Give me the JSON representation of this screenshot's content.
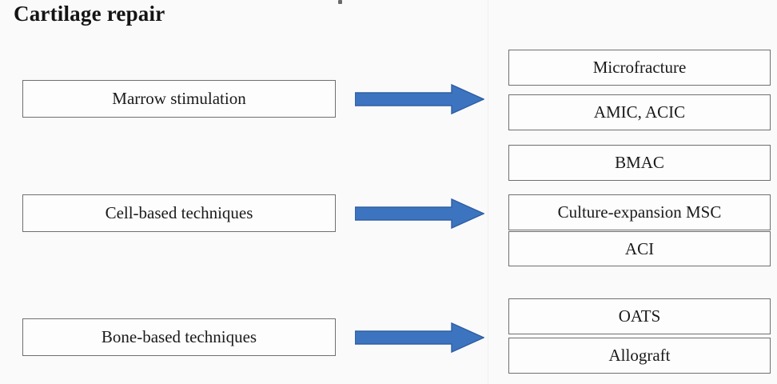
{
  "page": {
    "title": "Cartilage repair",
    "background_color": "#fafafa",
    "border_color": "#6f6f6f",
    "text_color": "#1a1a1a",
    "arrow_color": "#3d74c0",
    "arrow_edge_color": "#2f5ea3"
  },
  "diagram": {
    "type": "flowchart",
    "groups": [
      {
        "category": "Marrow stimulation",
        "arrow": "right-block-arrow",
        "techniques": [
          "Microfracture",
          "AMIC, ACIC",
          "BMAC"
        ]
      },
      {
        "category": "Cell-based techniques",
        "arrow": "right-block-arrow",
        "techniques": [
          "Culture-expansion MSC",
          "ACI"
        ]
      },
      {
        "category": "Bone-based techniques",
        "arrow": "right-block-arrow",
        "techniques": [
          "OATS",
          "Allograft"
        ]
      }
    ]
  },
  "left_boxes": [
    {
      "label": "Marrow stimulation"
    },
    {
      "label": "Cell-based techniques"
    },
    {
      "label": "Bone-based techniques"
    }
  ],
  "right_boxes": [
    {
      "label": "Microfracture"
    },
    {
      "label": "AMIC, ACIC"
    },
    {
      "label": "BMAC"
    },
    {
      "label": "Culture-expansion MSC"
    },
    {
      "label": "ACI"
    },
    {
      "label": "OATS"
    },
    {
      "label": "Allograft"
    }
  ],
  "arrows": [
    {
      "name": "arrow-marrow-stimulation",
      "direction": "right"
    },
    {
      "name": "arrow-cell-based",
      "direction": "right"
    },
    {
      "name": "arrow-bone-based",
      "direction": "right"
    }
  ]
}
